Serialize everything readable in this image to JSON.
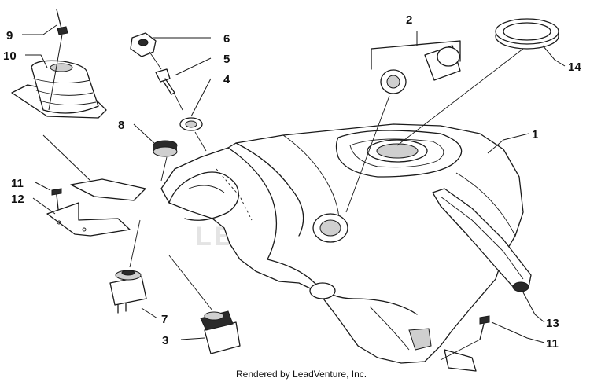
{
  "callouts": [
    {
      "id": "9",
      "text": "9"
    },
    {
      "id": "10",
      "text": "10"
    },
    {
      "id": "6",
      "text": "6"
    },
    {
      "id": "5",
      "text": "5"
    },
    {
      "id": "4",
      "text": "4"
    },
    {
      "id": "8",
      "text": "8"
    },
    {
      "id": "2",
      "text": "2"
    },
    {
      "id": "14",
      "text": "14"
    },
    {
      "id": "1",
      "text": "1"
    },
    {
      "id": "11a",
      "text": "11"
    },
    {
      "id": "12",
      "text": "12"
    },
    {
      "id": "7",
      "text": "7"
    },
    {
      "id": "3",
      "text": "3"
    },
    {
      "id": "13",
      "text": "13"
    },
    {
      "id": "11b",
      "text": "11"
    }
  ],
  "watermark": "LEADVENTURE",
  "credit": "Rendered by LeadVenture, Inc."
}
